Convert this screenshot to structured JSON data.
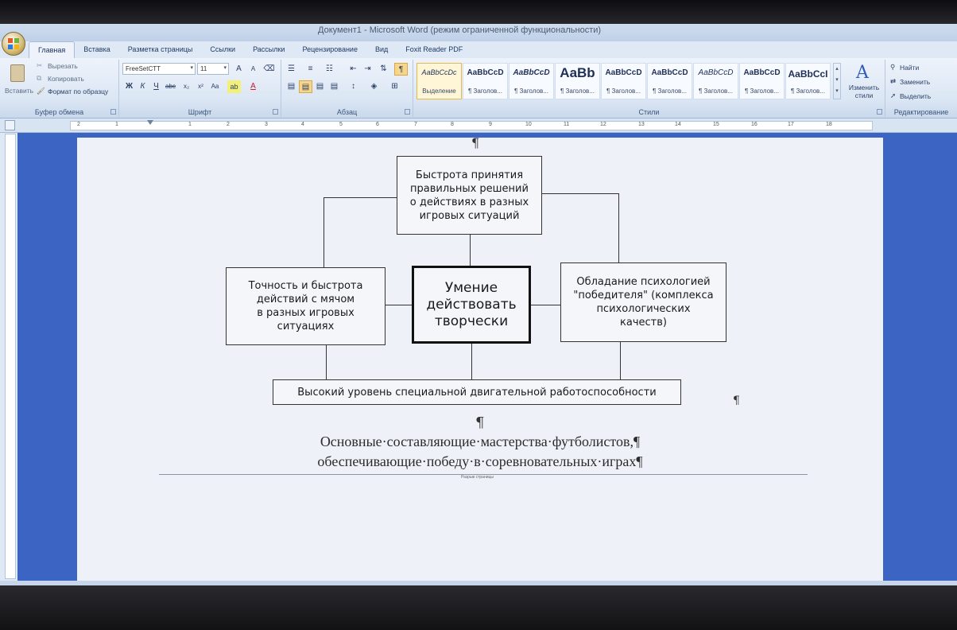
{
  "window": {
    "title": "Документ1 - Microsoft Word (режим ограниченной функциональности)"
  },
  "tabs": [
    "Главная",
    "Вставка",
    "Разметка страницы",
    "Ссылки",
    "Рассылки",
    "Рецензирование",
    "Вид",
    "Foxit Reader PDF"
  ],
  "ribbon": {
    "clipboard": {
      "label": "Буфер обмена",
      "paste": "Вставить",
      "cut": "Вырезать",
      "copy": "Копировать",
      "format_painter": "Формат по образцу"
    },
    "font": {
      "label": "Шрифт",
      "font_name": "FreeSetCTT",
      "font_size": "11"
    },
    "paragraph": {
      "label": "Абзац"
    },
    "styles": {
      "label": "Стили",
      "items": [
        {
          "preview": "AaBbCcDc",
          "name": "Выделение"
        },
        {
          "preview": "AaBbCcD",
          "name": "¶ Заголов..."
        },
        {
          "preview": "AaBbCcD",
          "name": "¶ Заголов..."
        },
        {
          "preview": "AaBb",
          "name": "¶ Заголов..."
        },
        {
          "preview": "AaBbCcD",
          "name": "¶ Заголов..."
        },
        {
          "preview": "AaBbCcD",
          "name": "¶ Заголов..."
        },
        {
          "preview": "AaBbCcD",
          "name": "¶ Заголов..."
        },
        {
          "preview": "AaBbCcD",
          "name": "¶ Заголов..."
        },
        {
          "preview": "AaBbCcI",
          "name": "¶ Заголов..."
        }
      ],
      "change_styles": "Изменить стили"
    },
    "editing": {
      "label": "Редактирование",
      "find": "Найти",
      "replace": "Заменить",
      "select": "Выделить"
    }
  },
  "ruler": {
    "numbers": [
      "2",
      "1",
      "1",
      "2",
      "3",
      "4",
      "5",
      "6",
      "7",
      "8",
      "9",
      "10",
      "11",
      "12",
      "13",
      "14",
      "15",
      "16",
      "17",
      "18"
    ]
  },
  "diagram": {
    "top": "Быстрота принятия\nправильных решений\nо действиях в разных\nигровых ситуаций",
    "left": "Точность и быстрота\nдействий с мячом\nв разных игровых\nситуациях",
    "center": "Умение\nдействовать\nтворчески",
    "right": "Обладание психологией\n\"победителя\" (комплекса\nпсихологических\nкачеств)",
    "bottom": "Высокий уровень специальной двигательной работоспособности"
  },
  "caption": {
    "line1": "Основные·составляющие·мастерства·футболистов,¶",
    "line2": "обеспечивающие·победу·в·соревновательных·играх¶"
  },
  "pilcrow": "¶",
  "page_break_label": "Разрыв страницы",
  "colors": {
    "page": "#eef2f8",
    "workspace": "#3c64c2",
    "ribbon": "#dbe6f4",
    "accent_selected": "#e8b84a"
  }
}
